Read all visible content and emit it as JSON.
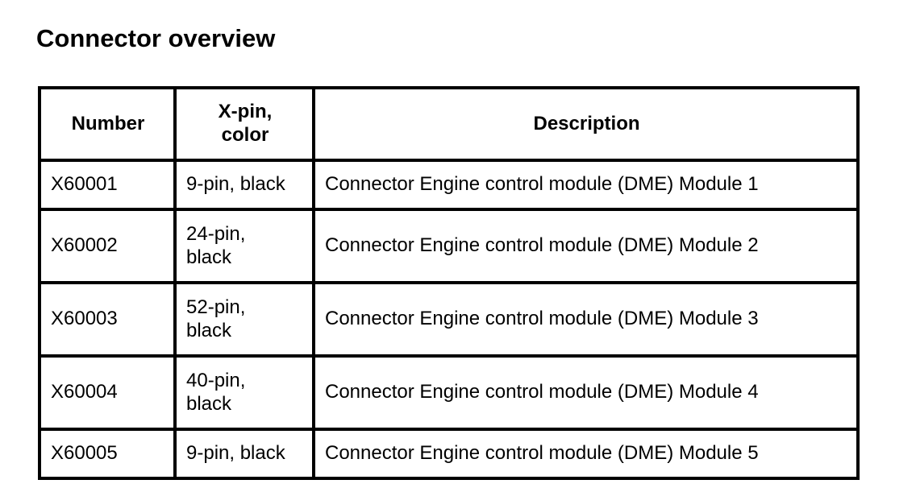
{
  "page": {
    "title": "Connector overview"
  },
  "colors": {
    "background": "#ffffff",
    "text": "#000000",
    "border": "#000000"
  },
  "table": {
    "headers": {
      "number": "Number",
      "xpin": "X-pin,\ncolor",
      "description": "Description"
    },
    "rows": [
      {
        "number": "X60001",
        "xpin": "9-pin, black",
        "description": "Connector Engine control module (DME) Module 1"
      },
      {
        "number": "X60002",
        "xpin": "24-pin,\nblack",
        "description": "Connector Engine control module (DME) Module 2"
      },
      {
        "number": "X60003",
        "xpin": "52-pin,\nblack",
        "description": "Connector Engine control module (DME) Module 3"
      },
      {
        "number": "X60004",
        "xpin": "40-pin,\nblack",
        "description": "Connector Engine control module (DME) Module 4"
      },
      {
        "number": "X60005",
        "xpin": "9-pin, black",
        "description": "Connector Engine control module (DME) Module 5"
      }
    ]
  }
}
